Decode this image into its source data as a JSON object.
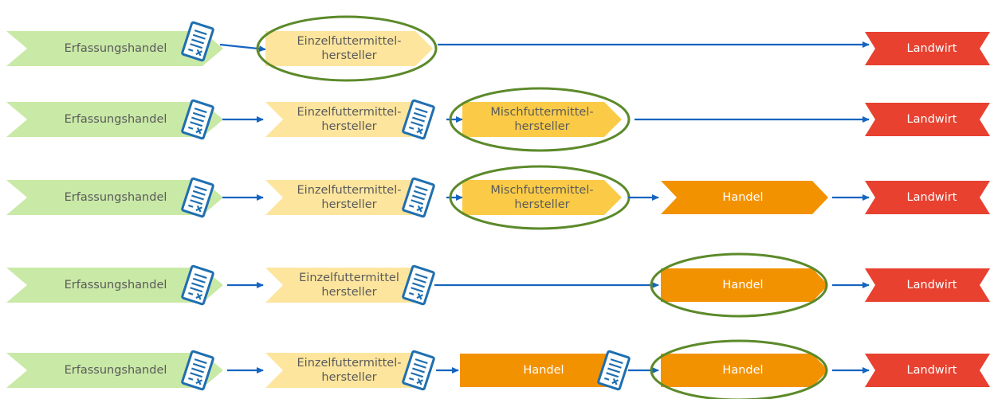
{
  "colors": {
    "erfassung": "#c9e9a6",
    "einzel": "#fde59d",
    "misch": "#fbcb47",
    "handel": "#f39200",
    "landwirt": "#e84130",
    "arrow": "#1565c0",
    "ellipse": "#5c8a2a",
    "document_icon": "#1f6fb0"
  },
  "icons": {
    "document": "document-icon"
  },
  "rows": [
    {
      "id": "row-1",
      "erfassung": "Erfassungshandel",
      "einzel": [
        "Einzelfuttermittel-",
        "hersteller"
      ],
      "landwirt": "Landwirt"
    },
    {
      "id": "row-2",
      "erfassung": "Erfassungshandel",
      "einzel": [
        "Einzelfuttermittel-",
        "hersteller"
      ],
      "misch": [
        "Mischfuttermittel-",
        "hersteller"
      ],
      "landwirt": "Landwirt"
    },
    {
      "id": "row-3",
      "erfassung": "Erfassungshandel",
      "einzel": [
        "Einzelfuttermittel-",
        "hersteller"
      ],
      "misch": [
        "Mischfuttermittel-",
        "hersteller"
      ],
      "handel": "Handel",
      "landwirt": "Landwirt"
    },
    {
      "id": "row-4",
      "erfassung": "Erfassungshandel",
      "einzel": [
        "Einzelfuttermittel",
        "hersteller"
      ],
      "handel": "Handel",
      "landwirt": "Landwirt"
    },
    {
      "id": "row-5",
      "erfassung": "Erfassungshandel",
      "einzel": [
        "Einzelfuttermittel-",
        "hersteller"
      ],
      "handel1": "Handel",
      "handel2": "Handel",
      "landwirt": "Landwirt"
    }
  ]
}
